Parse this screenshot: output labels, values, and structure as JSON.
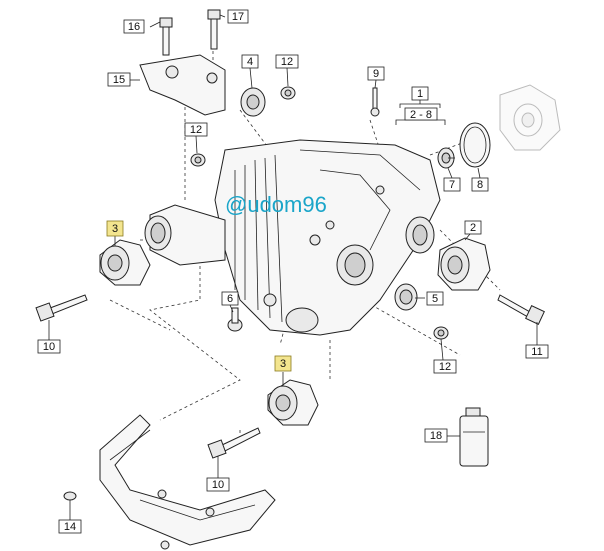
{
  "watermark": "@udom96",
  "labels": {
    "l1": "1",
    "l2_8": "2 - 8",
    "l2": "2",
    "l3a": "3",
    "l3b": "3",
    "l4": "4",
    "l5": "5",
    "l6": "6",
    "l7": "7",
    "l8": "8",
    "l9": "9",
    "l10a": "10",
    "l10b": "10",
    "l11": "11",
    "l12a": "12",
    "l12b": "12",
    "l12c": "12",
    "l14": "14",
    "l15": "15",
    "l16": "16",
    "l17": "17",
    "l18": "18"
  },
  "colors": {
    "highlight": "#f3e58f",
    "watermark": "#1aa5c9"
  }
}
